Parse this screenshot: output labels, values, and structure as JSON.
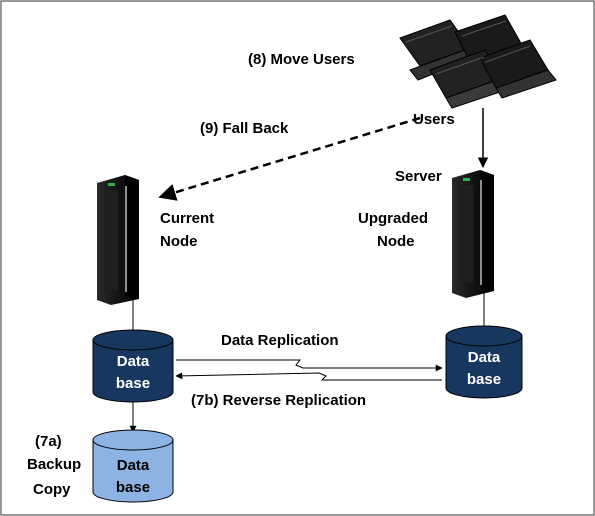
{
  "labels": {
    "move_users": "(8) Move Users",
    "users": "Users",
    "fall_back": "(9) Fall Back",
    "server": "Server",
    "current_node_line1": "Current",
    "current_node_line2": "Node",
    "upgraded_node_line1": "Upgraded",
    "upgraded_node_line2": "Node",
    "data_replication": "Data Replication",
    "reverse_replication": "(7b) Reverse Replication",
    "backup_line1": "(7a)",
    "backup_line2": "Backup",
    "backup_line3": "Copy"
  },
  "databases": {
    "current": {
      "line1": "Data",
      "line2": "base"
    },
    "upgraded": {
      "line1": "Data",
      "line2": "base"
    },
    "backup": {
      "line1": "Data",
      "line2": "base"
    }
  },
  "colors": {
    "db_dark": "#17375e",
    "db_light": "#8db3e2",
    "server_body": "#1a1a1a",
    "server_accent": "#2db34a",
    "frame": "#555555"
  },
  "icons": {
    "users": "laptops-icon",
    "servers": "tower-server-icon",
    "databases": "cylinder-database-icon"
  }
}
